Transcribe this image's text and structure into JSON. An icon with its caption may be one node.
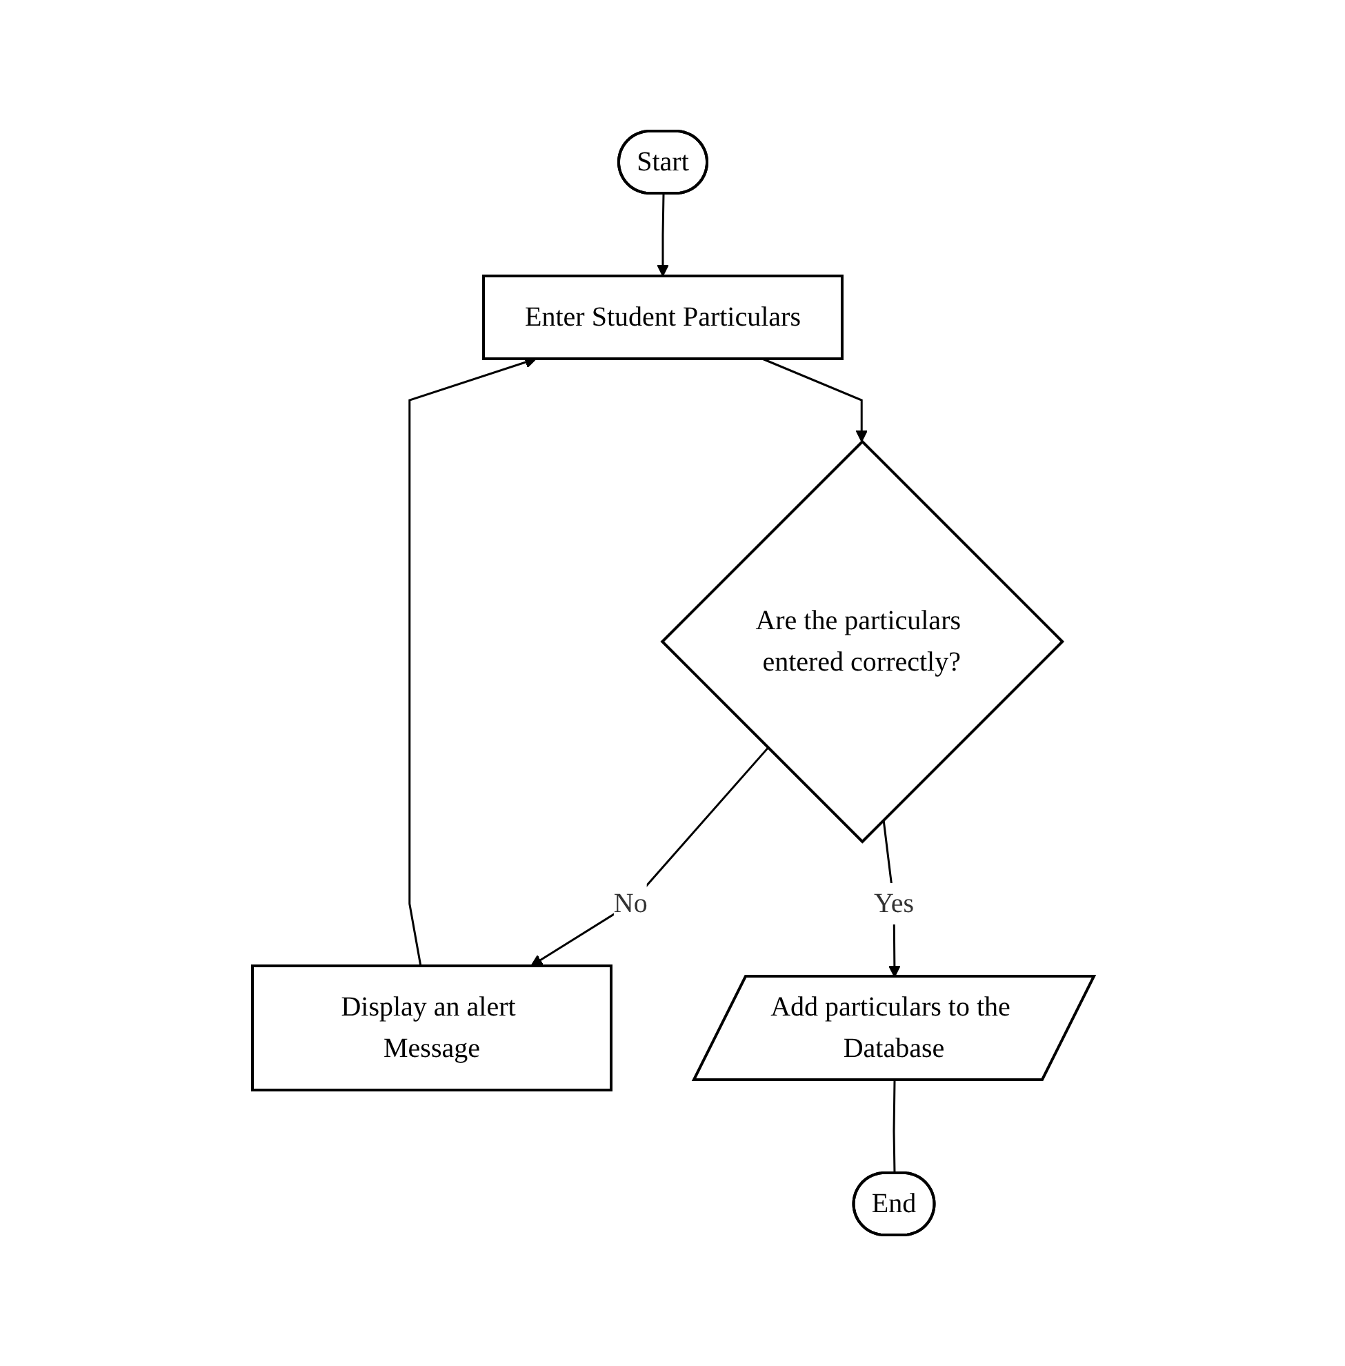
{
  "diagram": {
    "nodes": [
      {
        "text": [
          "Start"
        ]
      },
      {
        "text": [
          "Enter Student Particulars"
        ]
      },
      {
        "text": [
          "Are the particulars entered correctly?"
        ]
      },
      {
        "text": [
          "Display an alert Message"
        ]
      },
      {
        "text": [
          "Add particulars to the Database"
        ]
      },
      {
        "text": [
          "End"
        ]
      }
    ],
    "edges": [
      {
        "from": 0,
        "to": 1,
        "arrow": "to"
      },
      {
        "from": 1,
        "to": 2,
        "arrow": "to"
      },
      {
        "from": 2,
        "to": 3,
        "arrow": "to",
        "label": "No"
      },
      {
        "from": 3,
        "to": 1,
        "arrow": "to"
      },
      {
        "from": 2,
        "to": 4,
        "arrow": "to",
        "label": "Yes"
      },
      {
        "from": 4,
        "to": 5,
        "arrow": "none"
      }
    ]
  }
}
